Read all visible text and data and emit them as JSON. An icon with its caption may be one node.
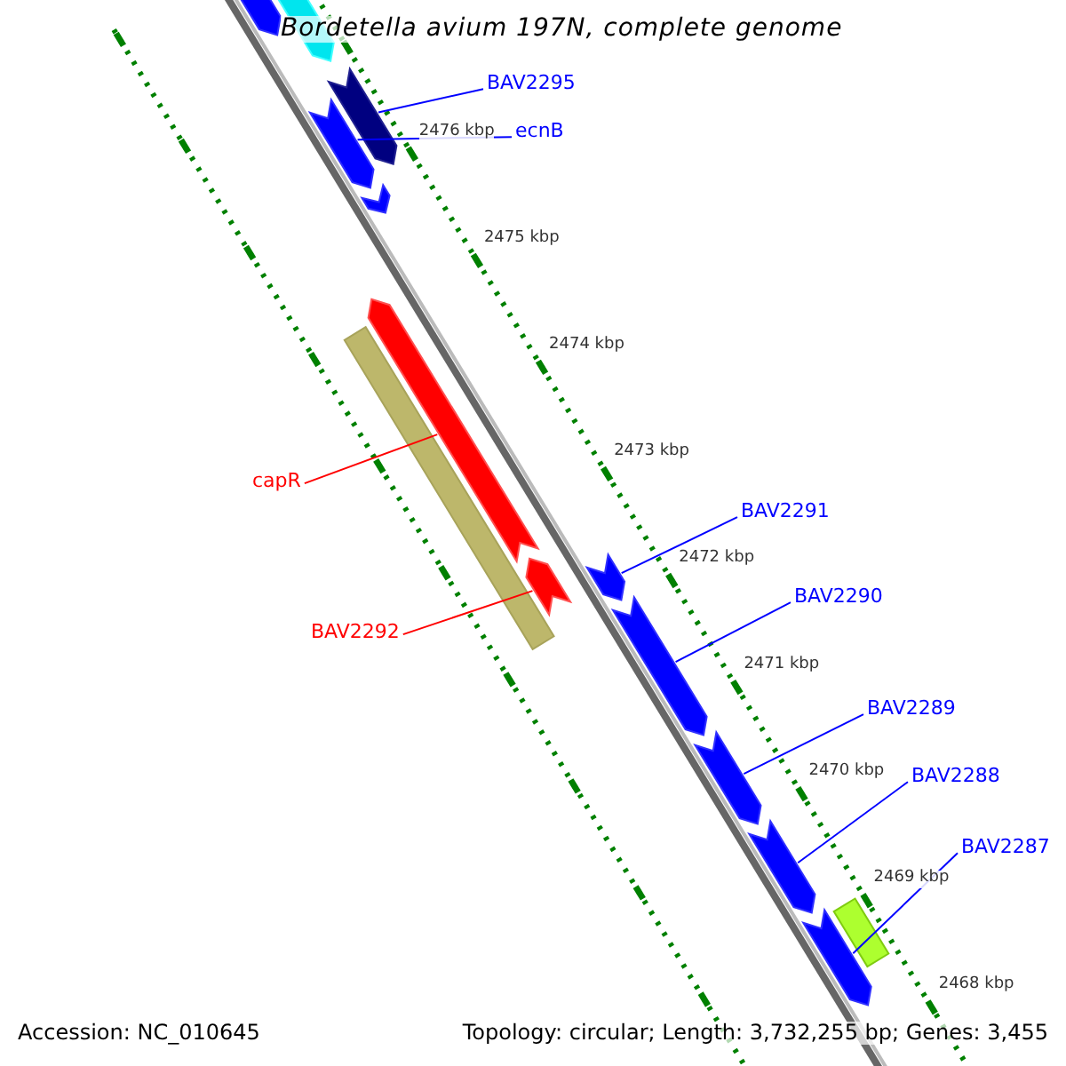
{
  "diagram": {
    "title": "Bordetella avium 197N, complete genome",
    "nodes": [
      {
        "text": [
          "BAV2295"
        ]
      },
      {
        "text": [
          "ecnB"
        ]
      },
      {
        "text": [],
        "shape": "arrow"
      },
      {
        "text": [],
        "shape": "arrow"
      },
      {
        "text": [
          "capR"
        ]
      },
      {
        "text": [
          "BAV2292"
        ]
      },
      {
        "text": [],
        "shape": "arrow"
      },
      {
        "text": [],
        "shape": "arrow"
      },
      {
        "text": [
          "BAV2291"
        ]
      },
      {
        "text": [
          "BAV2290"
        ]
      },
      {
        "text": [
          "BAV2289"
        ]
      },
      {
        "text": [
          "BAV2288"
        ]
      },
      {
        "text": [
          "BAV2287"
        ]
      },
      {
        "text": [],
        "shape": "arrow"
      },
      {
        "text": [],
        "shape": "arrow"
      },
      {
        "text": [],
        "shape": "arrow"
      },
      {
        "text": [],
        "shape": "arrow"
      },
      {
        "text": [],
        "shape": "arrow"
      },
      {
        "text": [],
        "shape": "arrow"
      },
      {
        "text": [],
        "shape": "arrow"
      },
      {
        "text": [],
        "shape": "arrow"
      },
      {
        "text": [],
        "shape": "bar"
      },
      {
        "text": [],
        "shape": "bar"
      }
    ],
    "edges": [
      {
        "from": 0,
        "to": 2,
        "arrow": "none"
      },
      {
        "from": 1,
        "to": 3,
        "arrow": "none"
      },
      {
        "from": 4,
        "to": 6,
        "arrow": "none",
        "color": "#ff0000"
      },
      {
        "from": 5,
        "to": 7,
        "arrow": "none",
        "color": "#ff0000"
      },
      {
        "from": 8,
        "to": 13,
        "arrow": "none"
      },
      {
        "from": 9,
        "to": 14,
        "arrow": "none"
      },
      {
        "from": 10,
        "to": 15,
        "arrow": "none"
      },
      {
        "from": 11,
        "to": 16,
        "arrow": "none"
      },
      {
        "from": 12,
        "to": 17,
        "arrow": "none"
      }
    ],
    "labels": [
      "2476 kbp",
      "2475 kbp",
      "2474 kbp",
      "2473 kbp",
      "2472 kbp",
      "2471 kbp",
      "2470 kbp",
      "2469 kbp",
      "2468 kbp",
      "Accession: NC_010645",
      "Topology: circular; Length: 3,732,255 bp; Genes: 3,455"
    ]
  }
}
